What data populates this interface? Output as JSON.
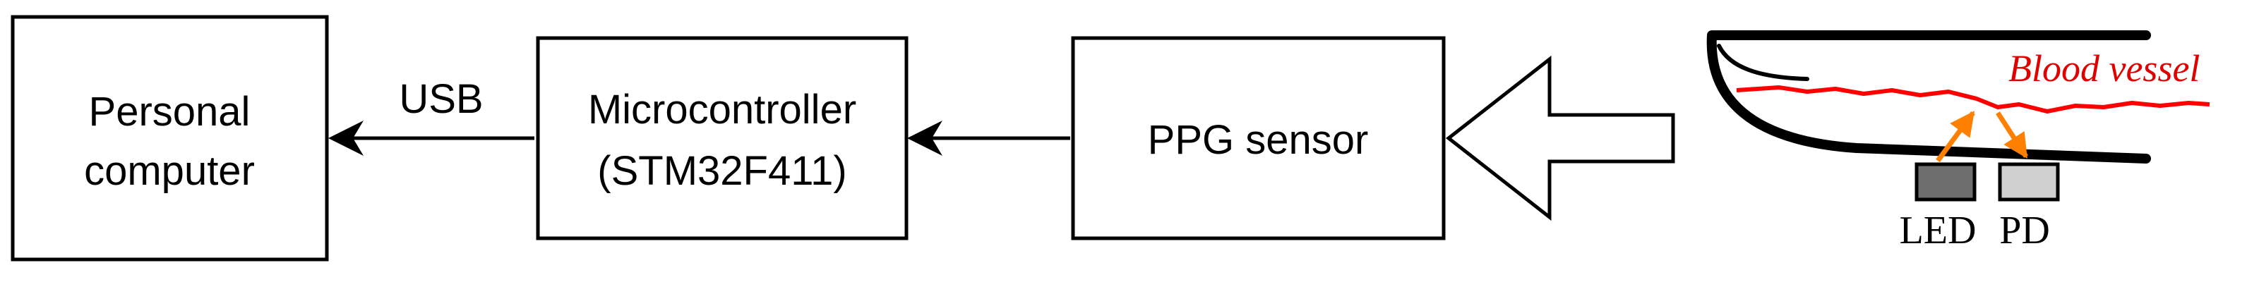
{
  "nodes": {
    "personal_computer": {
      "line1": "Personal",
      "line2": "computer"
    },
    "microcontroller": {
      "line1": "Microcontroller",
      "line2": "(STM32F411)"
    },
    "ppg_sensor": {
      "label": "PPG sensor"
    }
  },
  "edges": {
    "usb_label": "USB"
  },
  "illustration": {
    "vessel_label": "Blood vessel",
    "led_label": "LED",
    "pd_label": "PD"
  },
  "colors": {
    "vessel": "#ff0000",
    "light_arrows": "#ff7f00",
    "led": "#6e6e6e",
    "pd": "#d0d0d0"
  }
}
